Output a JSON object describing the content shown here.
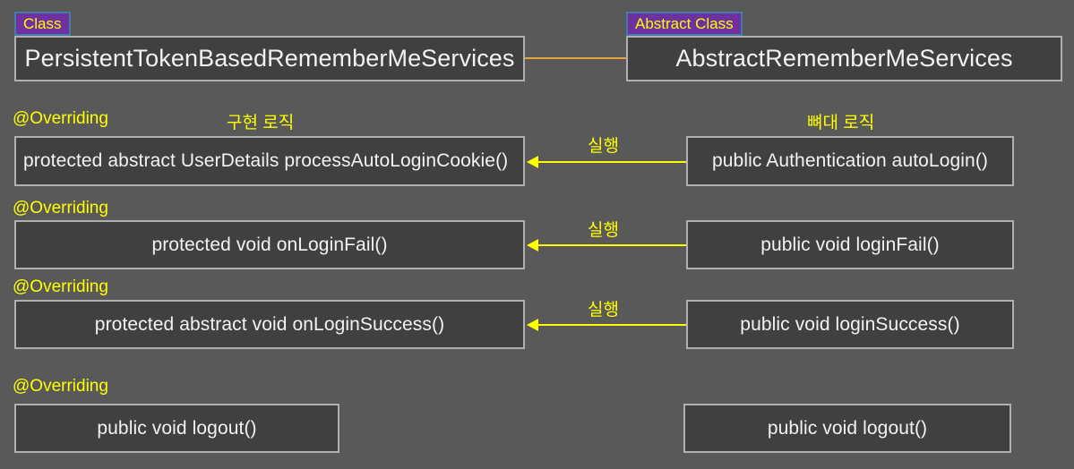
{
  "diagram": {
    "background_color": "#595959",
    "box_fill": "#404040",
    "box_border": "#b0b0b0",
    "badge_fill": "#7030A0",
    "badge_text_color": "#ffff00",
    "annotation_color": "#ffff00",
    "inherit_line_color": "#e8a33d"
  },
  "left_column": {
    "badge": "Class",
    "title": "PersistentTokenBasedRememberMeServices",
    "section_label": "구현 로직",
    "methods": [
      {
        "override": "@Overriding",
        "signature": "protected abstract UserDetails processAutoLoginCookie()"
      },
      {
        "override": "@Overriding",
        "signature": "protected void onLoginFail()"
      },
      {
        "override": "@Overriding",
        "signature": "protected abstract void onLoginSuccess()"
      },
      {
        "override": "@Overriding",
        "signature": "public void logout()"
      }
    ]
  },
  "right_column": {
    "badge": "Abstract Class",
    "title": "AbstractRememberMeServices",
    "section_label": "뼈대 로직",
    "methods": [
      {
        "signature": "public Authentication autoLogin()"
      },
      {
        "signature": "public void loginFail()"
      },
      {
        "signature": "public void loginSuccess()"
      },
      {
        "signature": "public void logout()"
      }
    ]
  },
  "connectors": [
    {
      "label": "실행"
    },
    {
      "label": "실행"
    },
    {
      "label": "실행"
    }
  ]
}
